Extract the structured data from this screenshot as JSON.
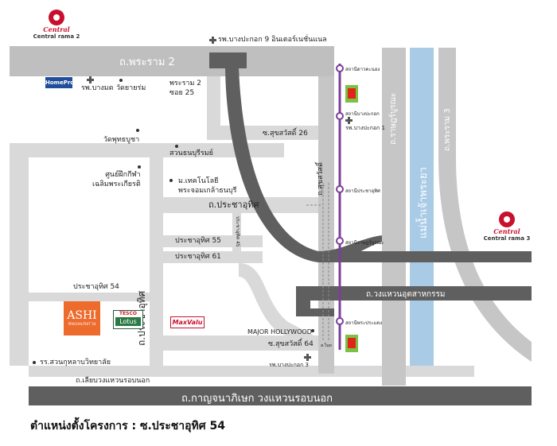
{
  "malls": {
    "central_rama2": "Central rama 2",
    "central_rama3": "Central rama 3",
    "brand": "Central"
  },
  "roads": {
    "rama2": "ถ.พระราม 2",
    "rama2_soi25": "พระราม 2\nซอย 25",
    "suksawat26": "ซ.สุขสวัสดิ์ 26",
    "pracha_uthit_rd": "ถ.ประชาอุทิศ",
    "pracha_uthit55": "ประชาอุทิศ 55",
    "pracha_uthit61": "ประชาอุทิศ 61",
    "pracha_uthit54": "ประชาอุทิศ 54",
    "pracha_uthit_vert": "ถ.ประชาอุทิศ",
    "pracha_uthit45": "ประชาอุทิศ 45",
    "suksawat_rd": "ถ.สุขสวัสดิ์",
    "suksawat64": "ซ.สุขสวัสดิ์ 64",
    "outer_ring_side": "ถ.เลียบวงแหวนรอบนอก",
    "kanchanaphisek": "ถ.กาญจนาภิเษก วงแหวนรอบนอก",
    "ring_industrial": "ถ.วงแหวนอุตสาหกรรม",
    "rat_burana": "ถ.ราษฎร์บูรณะ",
    "rama3": "ถ.พระราม 3",
    "chao_phraya": "แม่น้ำเจ้าพระยา"
  },
  "places": {
    "bangpakok9": "รพ.บางปะกอก 9 อินเตอร์เนชั่นแนล",
    "hospital_bangmod": "รพ.บางมด",
    "wat_yairom": "วัดยายร่ม",
    "wat_phutbucha": "วัดพุทธบูชา",
    "park_thonburirom": "สวนธนบุรีรมย์",
    "training_center": "ศูนย์ฝึกกีฬา\nเฉลิมพระเกียรติ",
    "kmutt": "ม.เทคโนโลยี\nพระจอมเกล้าธนบุรี",
    "major_hollywood": "MAJOR HOLLYWOOD",
    "hospital_bangpakok1": "รพ.บางปะกอก 1",
    "hospital_bangpakok3": "รพ.บางปะกอก 3",
    "school_suankularb": "รร.สวนกุหลาบวิทยาลัย"
  },
  "brands": {
    "homepro": "HomePro",
    "ashi": "ASHI",
    "ashi_sub": "PRACHAUTHIT 54",
    "tesco1": "TESCO",
    "tesco2": "Lotus",
    "maxvalu": "MaxValu"
  },
  "stations": {
    "s1": "สถานีดาวคะนอง",
    "s2": "สถานีบางปะกอก",
    "s3": "สถานีประชาอุทิศ",
    "s4": "สถานีราษฎร์บูรณะ",
    "s5": "สถานีพระประแดง",
    "s6": "ส.ในท"
  },
  "caption": "ตำแหน่งตั้งโครงการ : ซ.ประชาอุทิศ 54",
  "colors": {
    "road_dark": "#606061",
    "road_light": "#d9d9d9",
    "road_mid": "#bdbdbd",
    "river": "#a9cbe6",
    "metro_line": "#7b3f98",
    "mall_red": "#c8102e"
  }
}
